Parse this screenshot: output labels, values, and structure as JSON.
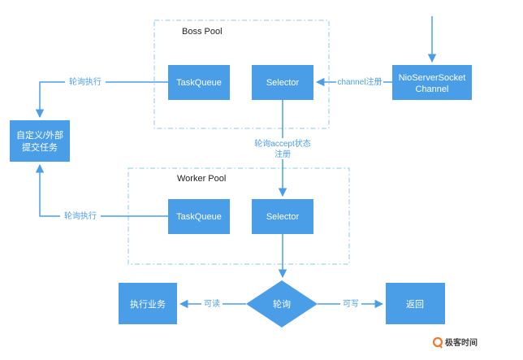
{
  "colors": {
    "box_fill": "#4a9ee8",
    "line": "#4a9ee8",
    "pool_border": "#9fd3e8",
    "label_text": "#4a9ee8",
    "brand_icon": "#f07a2a"
  },
  "boss_pool": {
    "title": "Boss Pool",
    "task_queue": "TaskQueue",
    "selector": "Selector"
  },
  "worker_pool": {
    "title": "Worker Pool",
    "task_queue": "TaskQueue",
    "selector": "Selector"
  },
  "nio_server_socket": {
    "line1": "NioServerSocket",
    "line2": "Channel"
  },
  "custom_task": {
    "line1": "自定义/外部",
    "line2": "提交任务"
  },
  "poll_diamond": "轮询",
  "execute_business": "执行业务",
  "return_box": "返回",
  "edge_labels": {
    "channel_register": "channel注册",
    "boss_poll_execute": "轮询执行",
    "accept_line1": "轮询accept状态",
    "accept_line2": "注册",
    "worker_poll_execute": "轮询执行",
    "readable": "可读",
    "writable": "可写"
  },
  "brand": {
    "icon": "geekbang-logo-icon",
    "text": "极客时间"
  }
}
